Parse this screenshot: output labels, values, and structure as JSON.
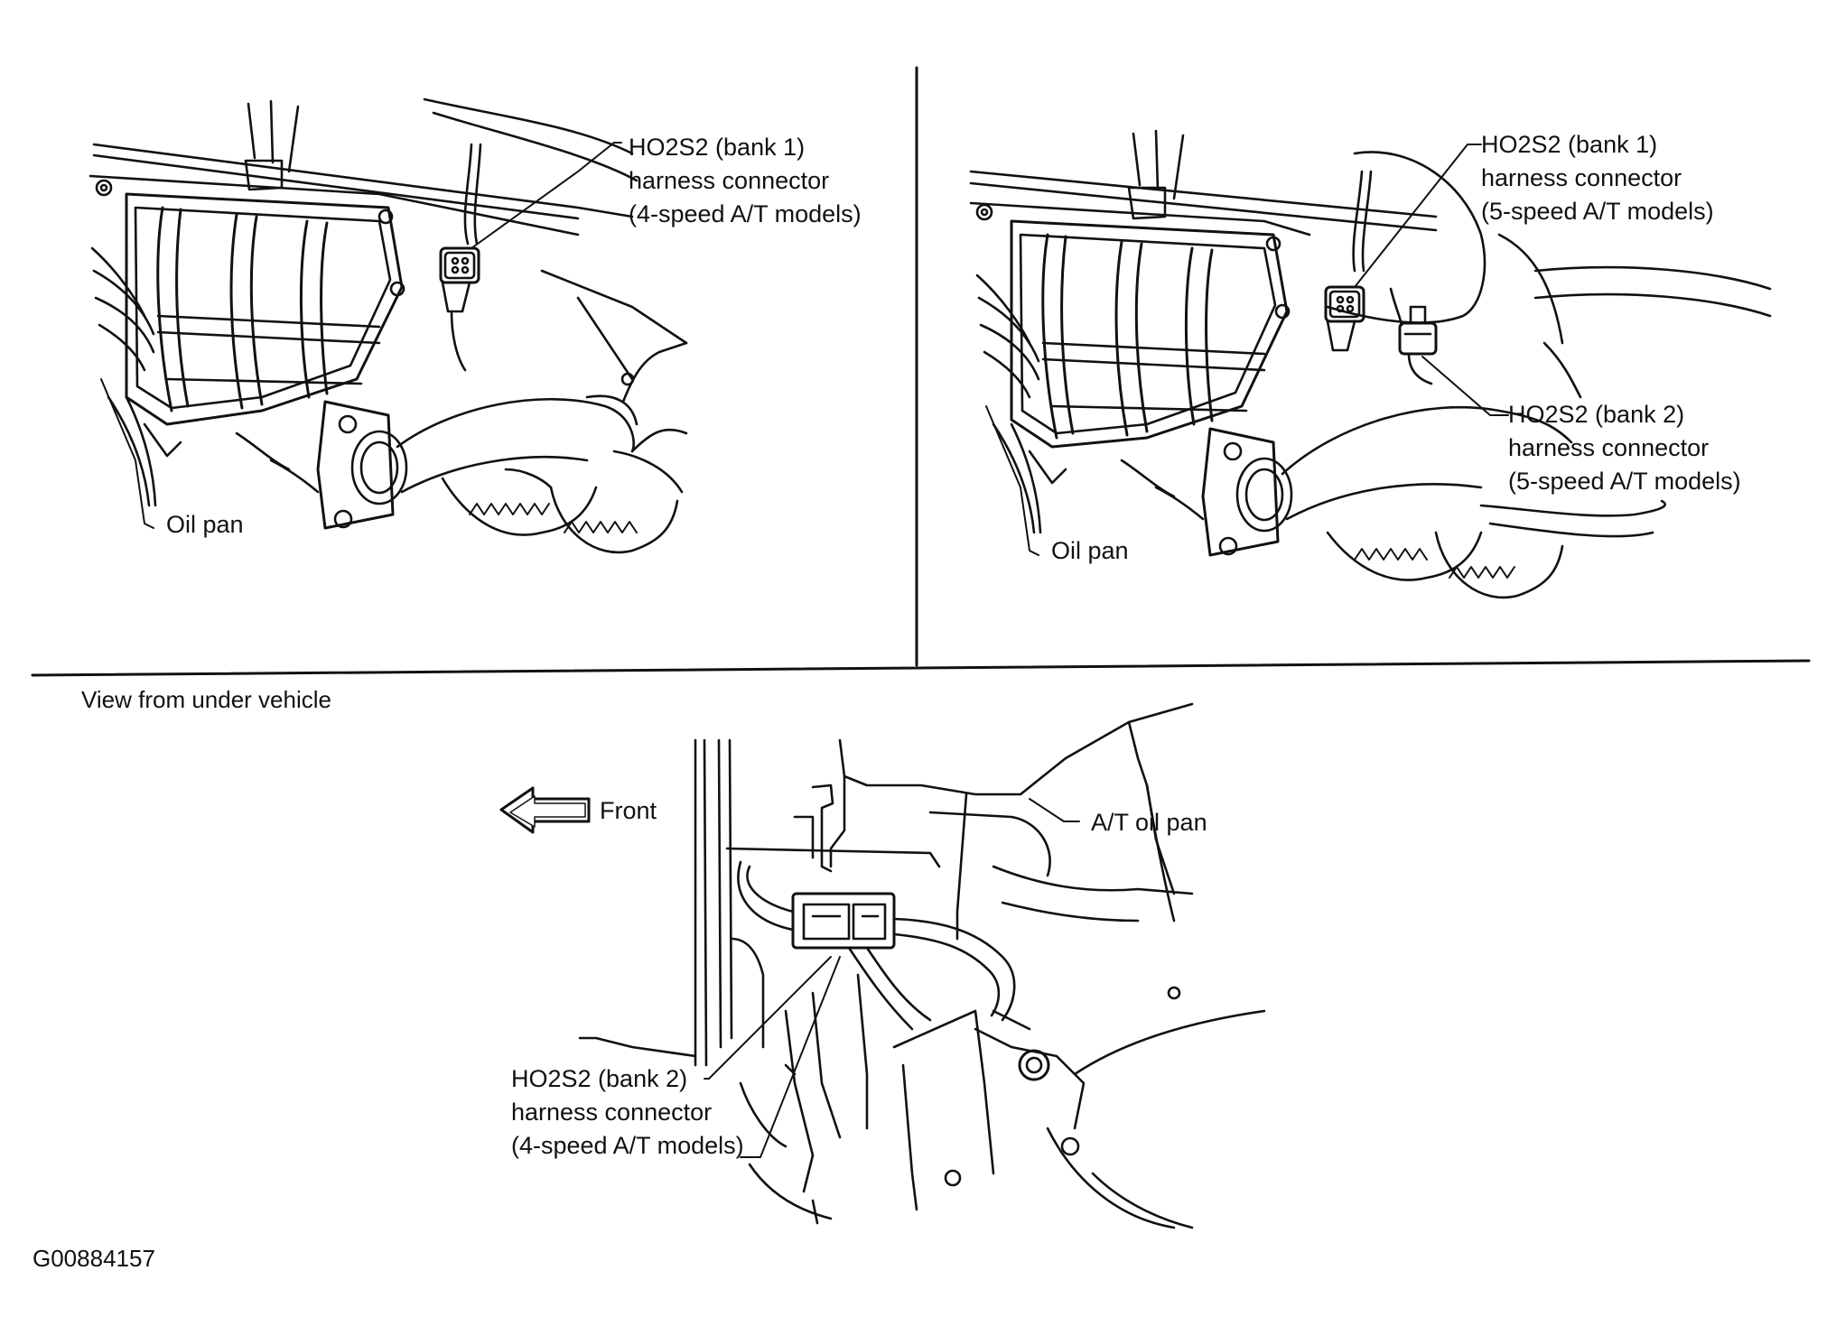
{
  "panel_top_left": {
    "callout": [
      "HO2S2 (bank 1)",
      "harness connector",
      "(4-speed A/T models)"
    ],
    "oil_pan": "Oil pan"
  },
  "panel_top_right": {
    "callout_bank1": [
      "HO2S2 (bank 1)",
      "harness connector",
      "(5-speed A/T models)"
    ],
    "callout_bank2": [
      "HO2S2 (bank 2)",
      "harness connector",
      "(5-speed A/T models)"
    ],
    "oil_pan": "Oil pan"
  },
  "panel_bottom": {
    "view_caption": "View from under vehicle",
    "front_label": "Front",
    "at_oil_pan": "A/T oil pan",
    "callout": [
      "HO2S2 (bank 2)",
      "harness connector",
      "(4-speed A/T models)"
    ]
  },
  "figure_id": "G00884157"
}
